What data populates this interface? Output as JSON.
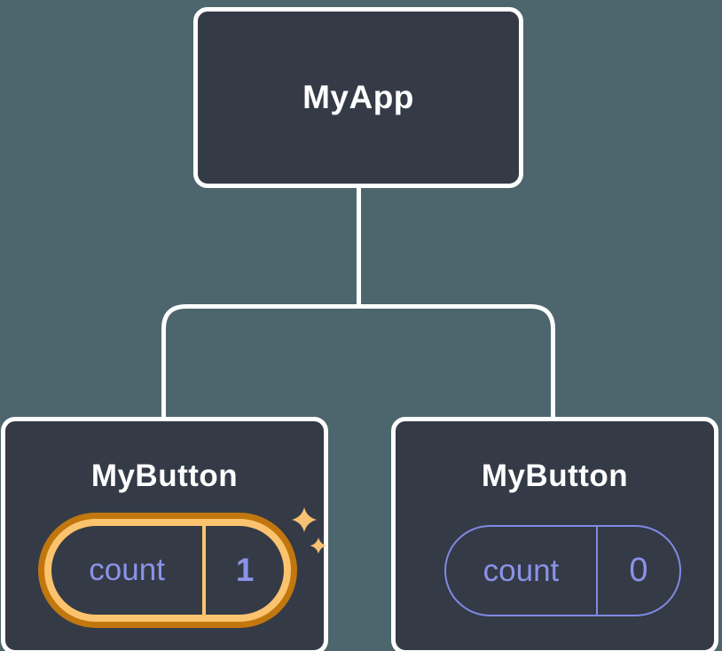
{
  "diagram_type": "component-tree",
  "tree": {
    "root": {
      "label": "MyApp"
    },
    "children": [
      {
        "label": "MyButton",
        "state": {
          "name": "count",
          "value": "1"
        },
        "highlighted": true,
        "icon": "sparkles-icon"
      },
      {
        "label": "MyButton",
        "state": {
          "name": "count",
          "value": "0"
        },
        "highlighted": false
      }
    ]
  },
  "colors": {
    "background": "#4d666e",
    "node_fill": "#353a47",
    "node_border": "#ffffff",
    "connector": "#ffffff",
    "state_text": "#8a93e8",
    "state_border": "#7f8ae4",
    "highlight_outer": "#c1770e",
    "highlight_inner": "#fbc36d",
    "sparkle": "#f6c272"
  }
}
